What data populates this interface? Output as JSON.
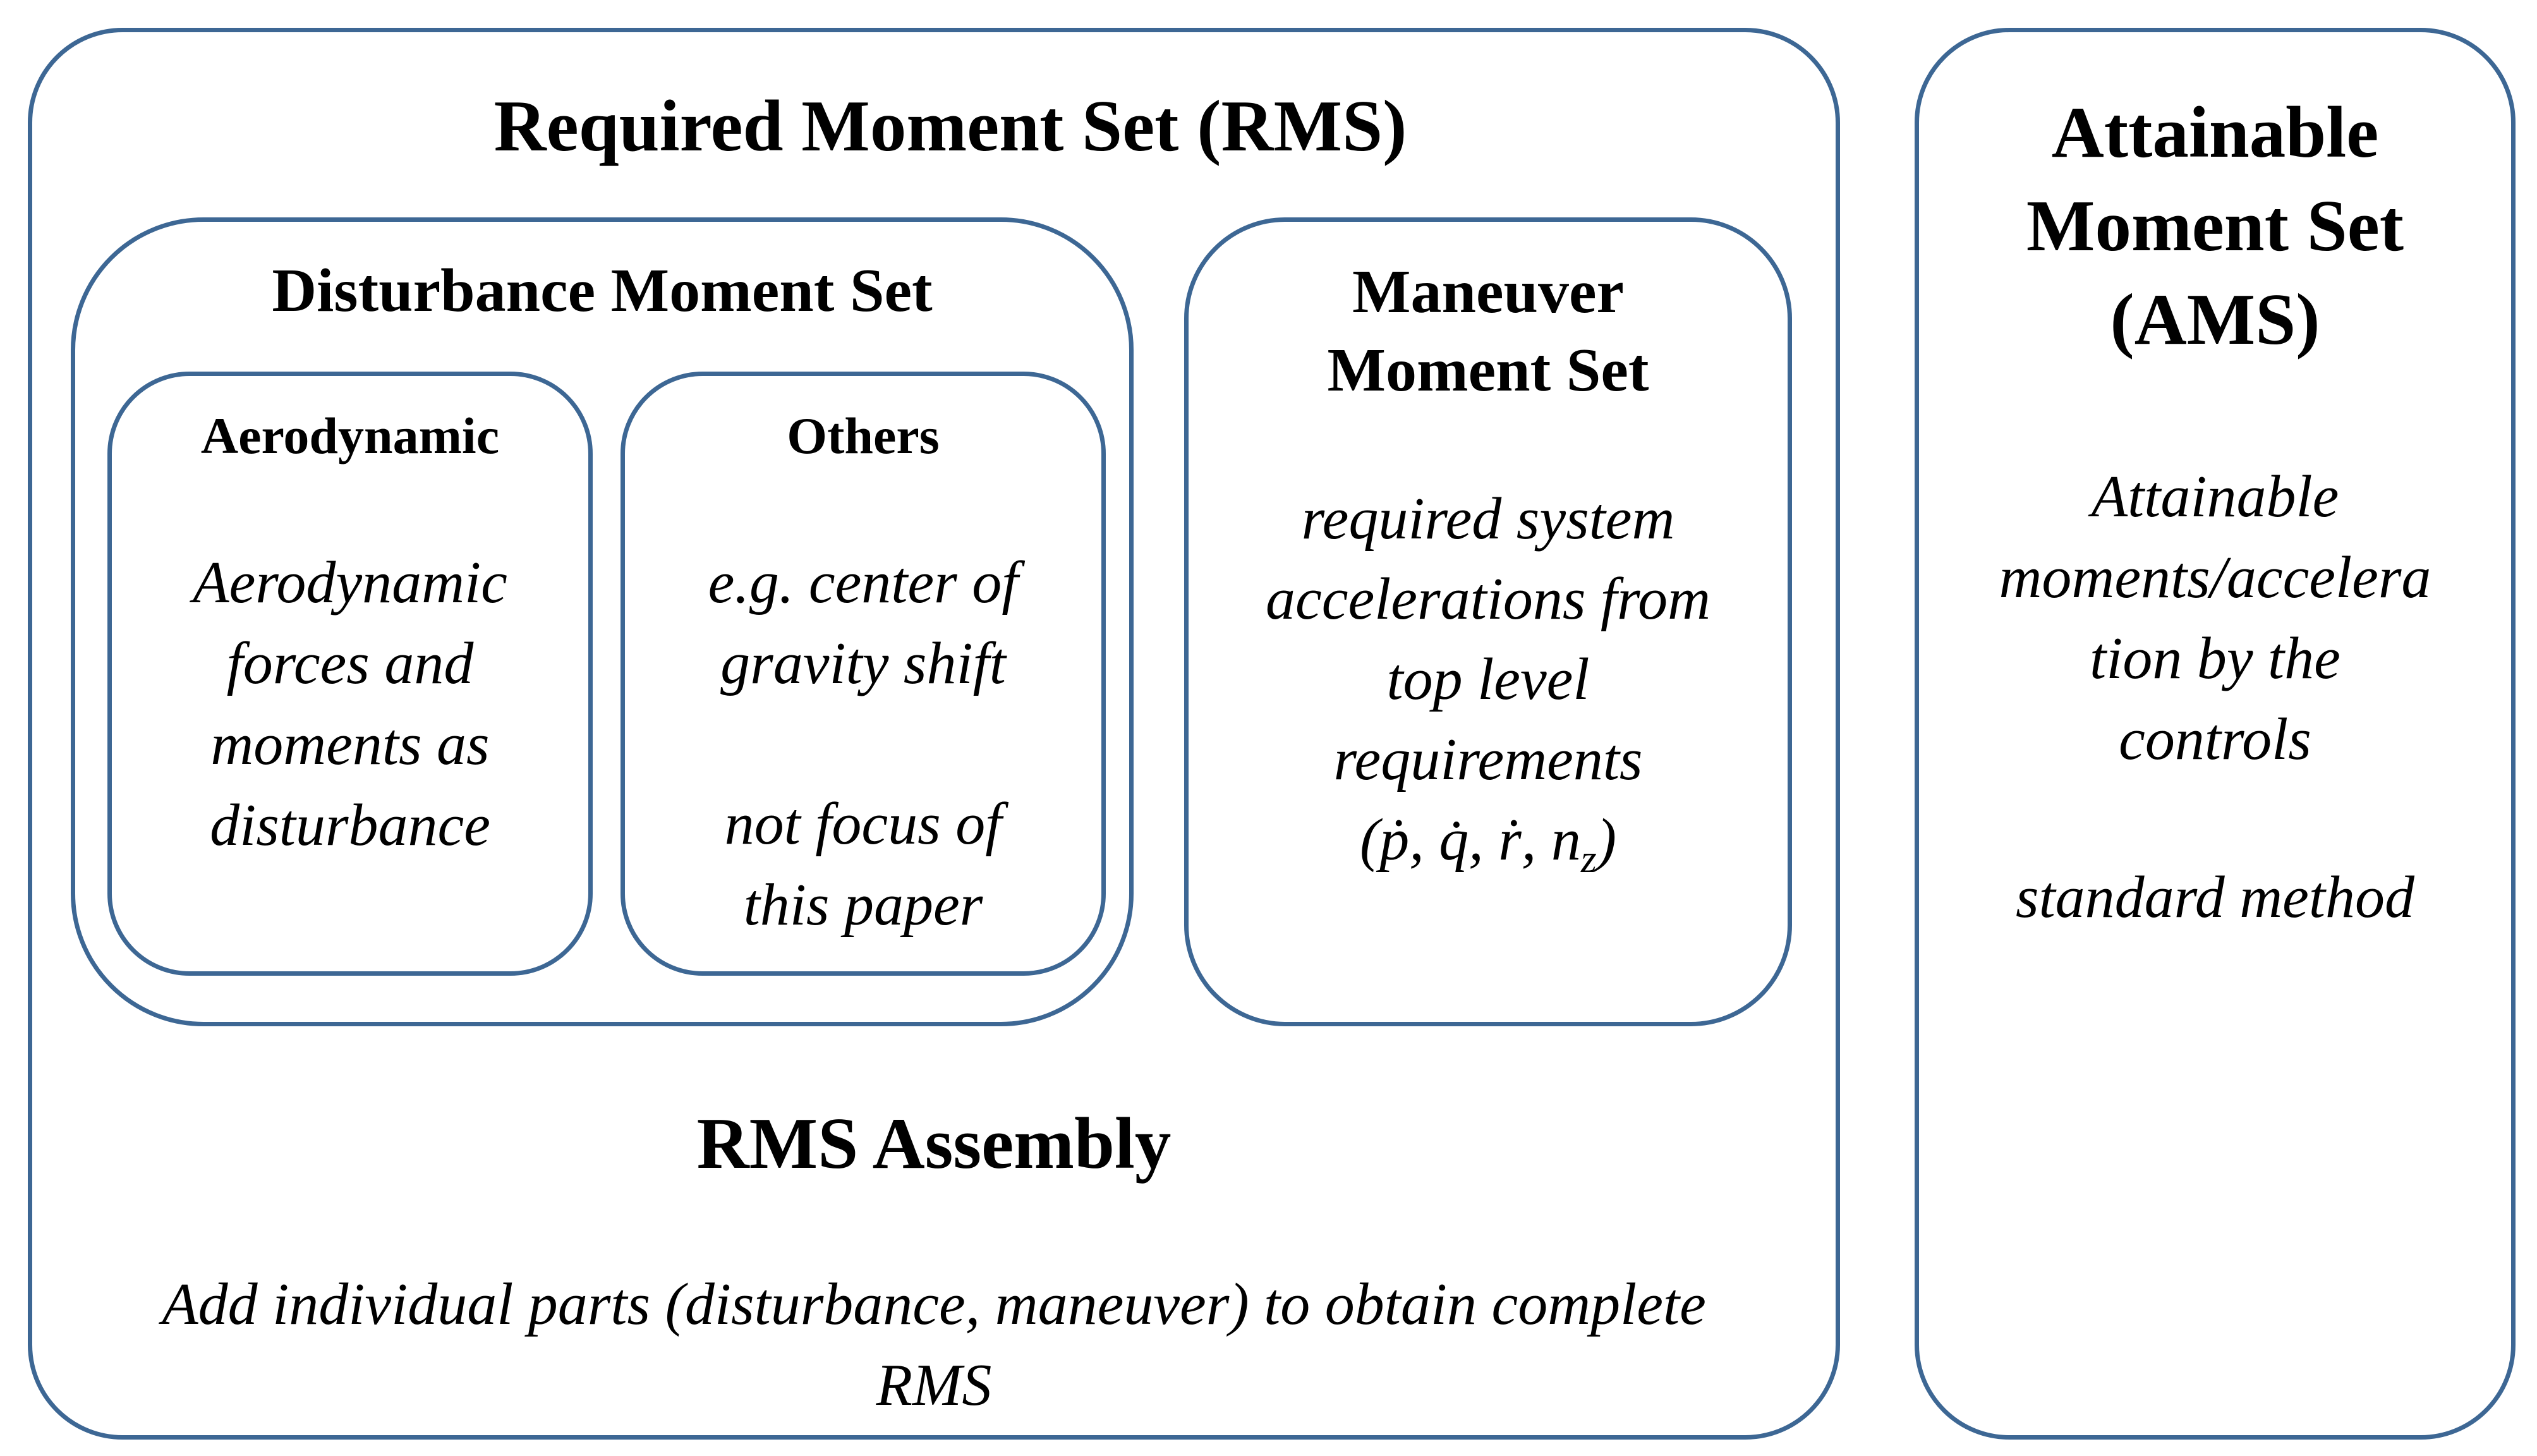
{
  "colors": {
    "border": "#3d6794",
    "text": "#000000",
    "background": "#ffffff"
  },
  "rms": {
    "title": "Required Moment Set (RMS)",
    "disturbance": {
      "title": "Disturbance Moment Set",
      "aerodynamic": {
        "title": "Aerodynamic",
        "desc_lines": [
          "Aerodynamic",
          "forces and",
          "moments as",
          "disturbance"
        ]
      },
      "others": {
        "title": "Others",
        "desc_lines": [
          "e.g. center of",
          "gravity shift"
        ],
        "note_lines": [
          "not focus of",
          "this paper"
        ]
      }
    },
    "maneuver": {
      "title_lines": [
        "Maneuver",
        "Moment Set"
      ],
      "desc_lines": [
        "required system",
        "accelerations from",
        "top level",
        "requirements",
        "(ṗ, q̇, ṙ, n",
        "z",
        ")"
      ]
    },
    "assembly": {
      "title": "RMS Assembly",
      "desc_lines": [
        "Add individual parts (disturbance, maneuver) to obtain complete",
        "RMS"
      ]
    }
  },
  "ams": {
    "title_lines": [
      "Attainable",
      "Moment Set",
      "(AMS)"
    ],
    "desc_lines": [
      "Attainable",
      "moments/accelera",
      "tion by the",
      "controls"
    ],
    "note": "standard method"
  }
}
